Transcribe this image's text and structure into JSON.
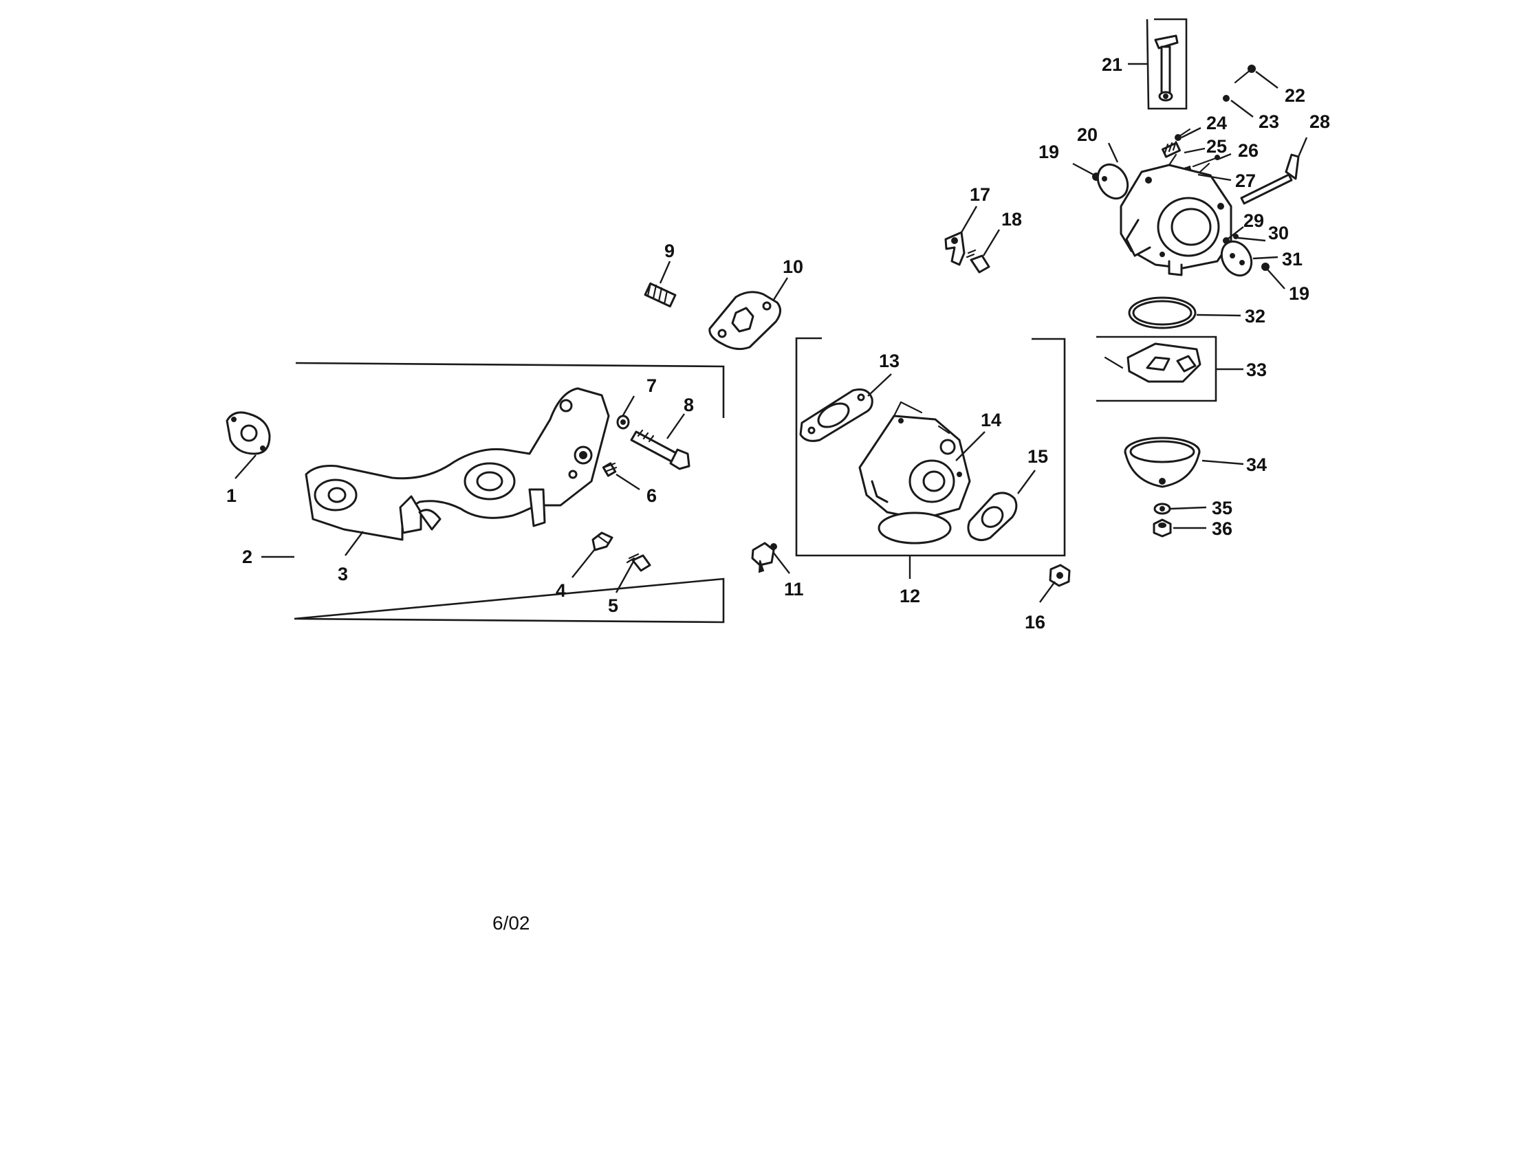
{
  "diagram": {
    "callouts": {
      "c1": "1",
      "c2": "2",
      "c3": "3",
      "c4": "4",
      "c5": "5",
      "c6": "6",
      "c7": "7",
      "c8": "8",
      "c9": "9",
      "c10": "10",
      "c11": "11",
      "c12": "12",
      "c13": "13",
      "c14": "14",
      "c15": "15",
      "c16": "16",
      "c17": "17",
      "c18": "18",
      "c19a": "19",
      "c19b": "19",
      "c20": "20",
      "c21": "21",
      "c22": "22",
      "c23": "23",
      "c24": "24",
      "c25": "25",
      "c26": "26",
      "c27": "27",
      "c28": "28",
      "c29": "29",
      "c30": "30",
      "c31": "31",
      "c32": "32",
      "c33": "33",
      "c34": "34",
      "c35": "35",
      "c36": "36"
    },
    "date_code": "6/02"
  }
}
